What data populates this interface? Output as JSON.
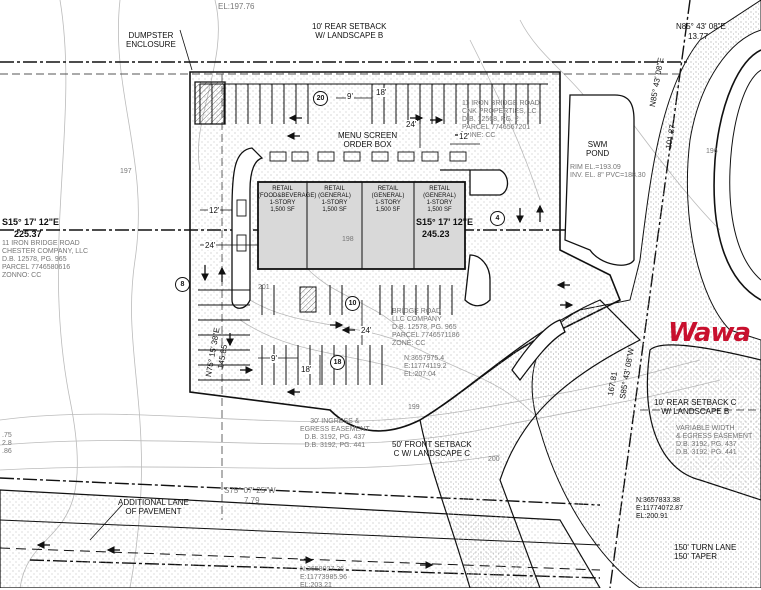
{
  "labels": {
    "top_elev": "EL:197.76",
    "rear_setback": "10' REAR SETBACK\nW/ LANDSCAPE B",
    "dumpster": "DUMPSTER\nENCLOSURE",
    "menu_screen": "MENU SCREEN\nORDER BOX",
    "north_bearing_top": "N85° 43' 08\"E",
    "north_dist_top": "13.77",
    "east_bearing": "N85° 43' 08\"E",
    "east_dist": "101.87",
    "swm_pond": "SWM\nPOND",
    "rim": "RIM EL.=193.09\nINV. EL. 8\" PVC=188.30",
    "west_bearing": "S15° 17' 12\"E",
    "west_dist": "225.37",
    "mid_bearing": "S15° 17' 12\"E",
    "mid_dist": "245.23",
    "west_parcel": "11 IRON BRIDGE ROAD\nCHESTER COMPANY, LLC\nD.B. 12578, PG. 965\nPARCEL 7746580616\nZONNO: CC",
    "north_parcel": "11 IRON BRIDGE ROAD\nCNK PROPERTIES, LC\nD.B. 12568, PG. 2\nPARCEL 7746567201\nZONE: CC",
    "south_parcel": "BRIDGE ROAD\nLLC COMPANY\nD.B. 12578, PG. 965\nPARCEL 7746571186\nZONE: CC",
    "node_mid": "N:3657975.4\nE:11774119.2\nEL:207.04",
    "south_bearing": "N75° 15' 38\"E",
    "south_dist": "145.85",
    "east2_bearing": "S85° 43' 08\"W",
    "east2_dist": "167.81",
    "rear_setback_east": "10' REAR SETBACK C\nW/ LANDSCAPE B",
    "ingress_east": "VARIABLE WIDTH\n& EGRESS EASEMENT\nD.B. 3192, PG. 437\nD.B. 3192, PG. 441",
    "ingress_30": "30' INGRESS &\nEGRESS EASEMENT\nD.B. 3192, PG. 437\nD.B. 3192, PG. 441",
    "front_setback": "50' FRONT SETBACK\nC W/ LANDSCAPE C",
    "bottom_bearing": "S75° 07' 25\"W",
    "bottom_dist": "7.79",
    "additional_lane": "ADDITIONAL LANE\nOF PAVEMENT",
    "node_right": "N:3657833.38\nE:11774072.87\nEL:200.91",
    "turn_lane": "150' TURN LANE\n150' TAPER",
    "node_bottom": "N:3658027.26\nE:11773985.96\nEL:203.21",
    "left_frag": ".75\n2.8\n.86"
  },
  "dims": {
    "d18_top": "18'",
    "d9_top": "9'",
    "d24_top": "24'",
    "d12_top": "12'",
    "d12_left": "12'",
    "d24_left": "24'",
    "d24_bottom": "24'",
    "d9_bottom": "9'",
    "d18_bottom": "18'"
  },
  "markers": {
    "m20": "20",
    "m8": "8",
    "m4": "4",
    "m10": "10",
    "m18": "18"
  },
  "buildings": [
    {
      "name": "RETAIL\n(FOOD&BEVERAGE)\n1-STORY\n1,500 SF"
    },
    {
      "name": "RETAIL\n(GENERAL)\n1-STORY\n1,500 SF"
    },
    {
      "name": "RETAIL\n(GENERAL)\n1-STORY\n1,500 SF"
    },
    {
      "name": "RETAIL\n(GENERAL)\n1-STORY\n1,500 SF"
    }
  ],
  "contours": {
    "c197": "197",
    "c198": "198",
    "c199": "199",
    "c200": "200",
    "c196": "196",
    "c201": "201"
  },
  "brand": {
    "logo_text": "Wawa",
    "logo_color": "#c8102e"
  }
}
